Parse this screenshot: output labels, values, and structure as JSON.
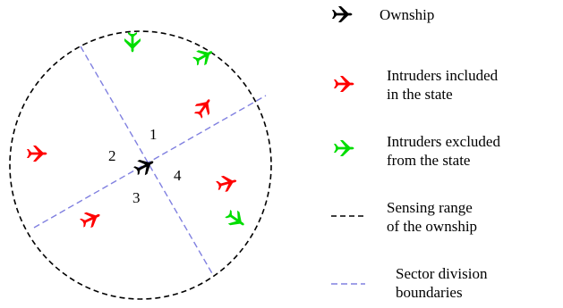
{
  "colors": {
    "ownship": "#000000",
    "included": "#ff0000",
    "excluded": "#00dd00",
    "sensing_range": "#000000",
    "sector_boundary": "#8080e0"
  },
  "sectors": [
    "1",
    "2",
    "3",
    "4"
  ],
  "legend": {
    "ownship": "Ownship",
    "included": "Intruders included\nin the state",
    "excluded": "Intruders excluded\nfrom the state",
    "sensing": "Sensing range\nof the ownship",
    "sector": "Sector division\nboundaries"
  }
}
